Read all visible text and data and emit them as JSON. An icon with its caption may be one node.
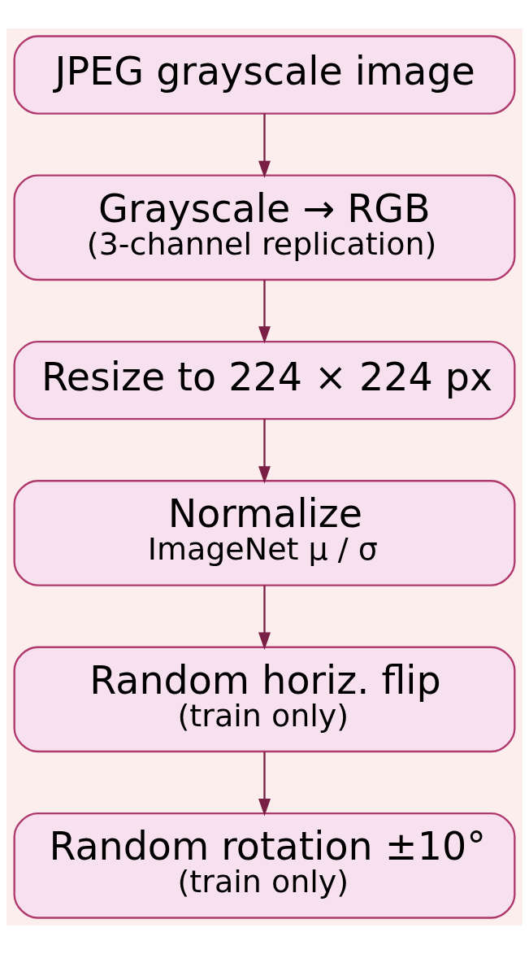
{
  "diagram": {
    "nodes": [
      {
        "text": [
          "JPEG grayscale image"
        ]
      },
      {
        "text": [
          "Grayscale → RGB",
          "(3-channel replication)"
        ]
      },
      {
        "text": [
          "Resize to 224 × 224 px"
        ]
      },
      {
        "text": [
          "Normalize",
          "ImageNet μ / σ"
        ]
      },
      {
        "text": [
          "Random horiz. flip",
          "(train only)"
        ]
      },
      {
        "text": [
          "Random rotation ±10°",
          "(train only)"
        ]
      }
    ],
    "edges": [
      {
        "from": 0,
        "to": 1,
        "arrow": "to"
      },
      {
        "from": 1,
        "to": 2,
        "arrow": "to"
      },
      {
        "from": 2,
        "to": 3,
        "arrow": "to"
      },
      {
        "from": 3,
        "to": 4,
        "arrow": "to"
      },
      {
        "from": 4,
        "to": 5,
        "arrow": "to"
      }
    ]
  }
}
